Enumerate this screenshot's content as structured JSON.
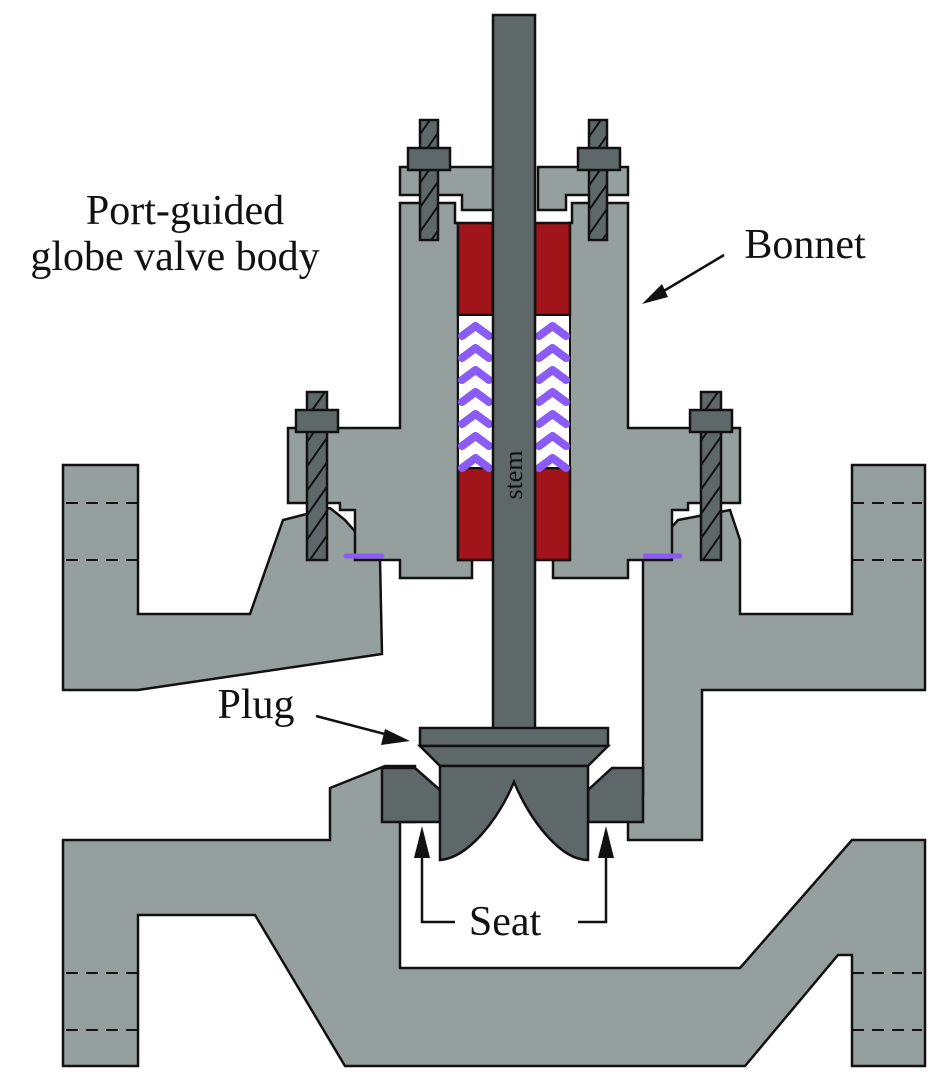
{
  "labels": {
    "title_line1": "Port-guided",
    "title_line2": "globe valve body",
    "bonnet": "Bonnet",
    "plug": "Plug",
    "seat": "Seat",
    "stem": "stem"
  },
  "colors": {
    "body": "#95a09e",
    "steel": "#5e6869",
    "packing": "#a11419",
    "spring": "#8a5cf5",
    "gasket": "#8a5cf5",
    "outline": "#111111",
    "background": "#ffffff"
  }
}
